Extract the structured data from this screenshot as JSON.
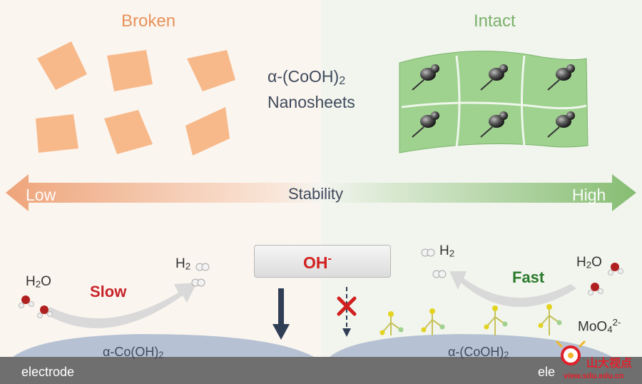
{
  "panels": {
    "left_title": "Broken",
    "right_title": "Intact",
    "center_label_line1": "α-(CoOH)",
    "center_label_line1_sub": "2",
    "center_label_line2": "Nanosheets"
  },
  "stability": {
    "low": "Low",
    "high": "High",
    "label": "Stability"
  },
  "reaction": {
    "ion": "OH",
    "ion_charge": "-",
    "water_left": "H",
    "water_left_sub": "2",
    "water_left_tail": "O",
    "hydrogen_left": "H",
    "hydrogen_left_sub": "2",
    "speed_left": "Slow",
    "hydrogen_right": "H",
    "hydrogen_right_sub": "2",
    "water_right": "H",
    "water_right_sub": "2",
    "water_right_tail": "O",
    "speed_right": "Fast",
    "molybdate": "MoO",
    "molybdate_sub": "4",
    "molybdate_charge": "2-"
  },
  "substrate": {
    "film_left": "α-Co(OH)",
    "film_left_sub": "2",
    "film_right": "α-(CoOH)",
    "film_right_sub": "2",
    "electrode_left": "electrode",
    "electrode_right": "ele"
  },
  "watermark": {
    "text": "山大视点",
    "url": "view.sdu.edu.cn"
  },
  "colors": {
    "broken_orange": "#f7b98a",
    "intact_green": "#9fd18f",
    "slow_red": "#c8242a",
    "fast_green": "#2c7a2c",
    "oh_red": "#d11f1f",
    "electrode_grey": "#6f6f6f",
    "film_blue": "#b6c2d3"
  }
}
